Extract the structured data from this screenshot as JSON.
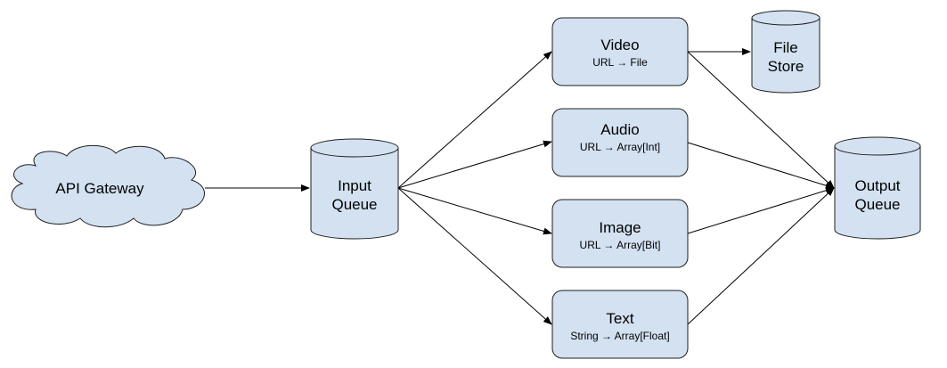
{
  "colors": {
    "node_fill": "#d3e1f1",
    "node_stroke": "#1f1f1f",
    "edge": "#000000"
  },
  "nodes": {
    "api_gateway": {
      "label": "API Gateway",
      "shape": "cloud"
    },
    "input_queue": {
      "lines": [
        "Input",
        "Queue"
      ],
      "shape": "cylinder"
    },
    "video": {
      "title": "Video",
      "subtitle": "URL → File",
      "shape": "rounded-rect"
    },
    "audio": {
      "title": "Audio",
      "subtitle": "URL → Array[Int]",
      "shape": "rounded-rect"
    },
    "image": {
      "title": "Image",
      "subtitle": "URL → Array[Bit]",
      "shape": "rounded-rect"
    },
    "text": {
      "title": "Text",
      "subtitle": "String → Array[Float]",
      "shape": "rounded-rect"
    },
    "file_store": {
      "lines": [
        "File",
        "Store"
      ],
      "shape": "cylinder"
    },
    "output_queue": {
      "lines": [
        "Output",
        "Queue"
      ],
      "shape": "cylinder"
    }
  },
  "edges": [
    {
      "from": "API Gateway",
      "to": "Input Queue"
    },
    {
      "from": "Input Queue",
      "to": "Video"
    },
    {
      "from": "Input Queue",
      "to": "Audio"
    },
    {
      "from": "Input Queue",
      "to": "Image"
    },
    {
      "from": "Input Queue",
      "to": "Text"
    },
    {
      "from": "Video",
      "to": "File Store"
    },
    {
      "from": "Video",
      "to": "Output Queue"
    },
    {
      "from": "Audio",
      "to": "Output Queue"
    },
    {
      "from": "Image",
      "to": "Output Queue"
    },
    {
      "from": "Text",
      "to": "Output Queue"
    }
  ]
}
